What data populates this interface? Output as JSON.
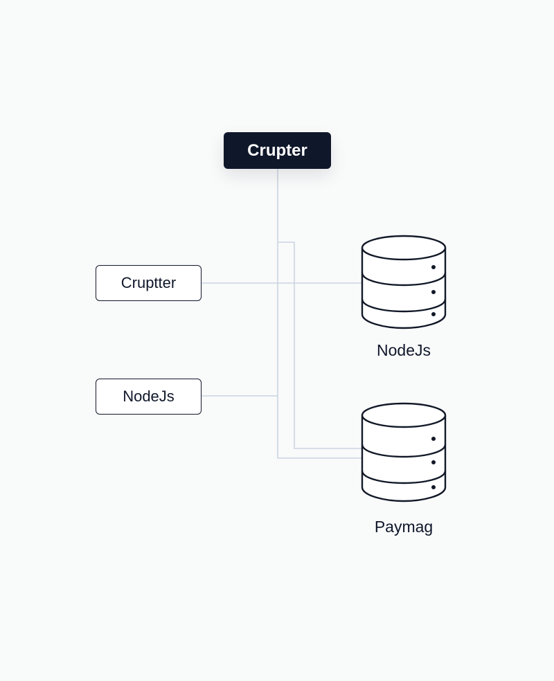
{
  "diagram": {
    "root_node": {
      "label": "Crupter"
    },
    "left_nodes": [
      {
        "label": "Cruptter"
      },
      {
        "label": "NodeJs"
      }
    ],
    "databases": [
      {
        "label": "NodeJs"
      },
      {
        "label": "Paymag"
      }
    ],
    "colors": {
      "node_dark": "#0f172a",
      "connector": "#cbd5e1",
      "background": "#f9fafa"
    }
  }
}
